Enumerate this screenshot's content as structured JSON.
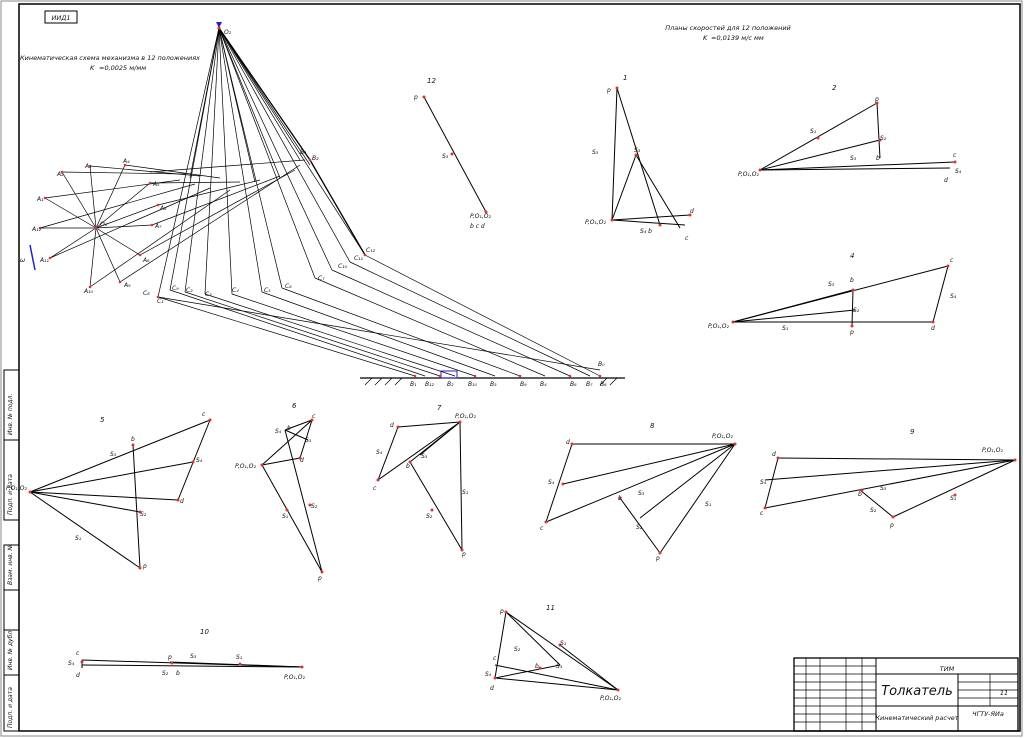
{
  "stamp_top": "ИИД1",
  "left_scheme": {
    "caption_line1": "Кинематическая схема механизма в 12 положениях",
    "caption_line2": "K",
    "caption_scale": "=0,0025 м/мм"
  },
  "plans": {
    "caption_line1": "Планы скоростей для 12 положений",
    "caption_line2": "K",
    "caption_scale": "=0,0139 м/с мм"
  },
  "title_block": {
    "org": "ТИМ",
    "title": "Толкатель",
    "subtitle": "Кинематический расчет",
    "sheet": "11",
    "code": "ЧГТУ-ЯИа"
  },
  "side_labels": [
    "Инв. № подл.",
    "Подп. и дата",
    "Взам. инв. №",
    "Инв. № дубл.",
    "Подп. и дата"
  ]
}
